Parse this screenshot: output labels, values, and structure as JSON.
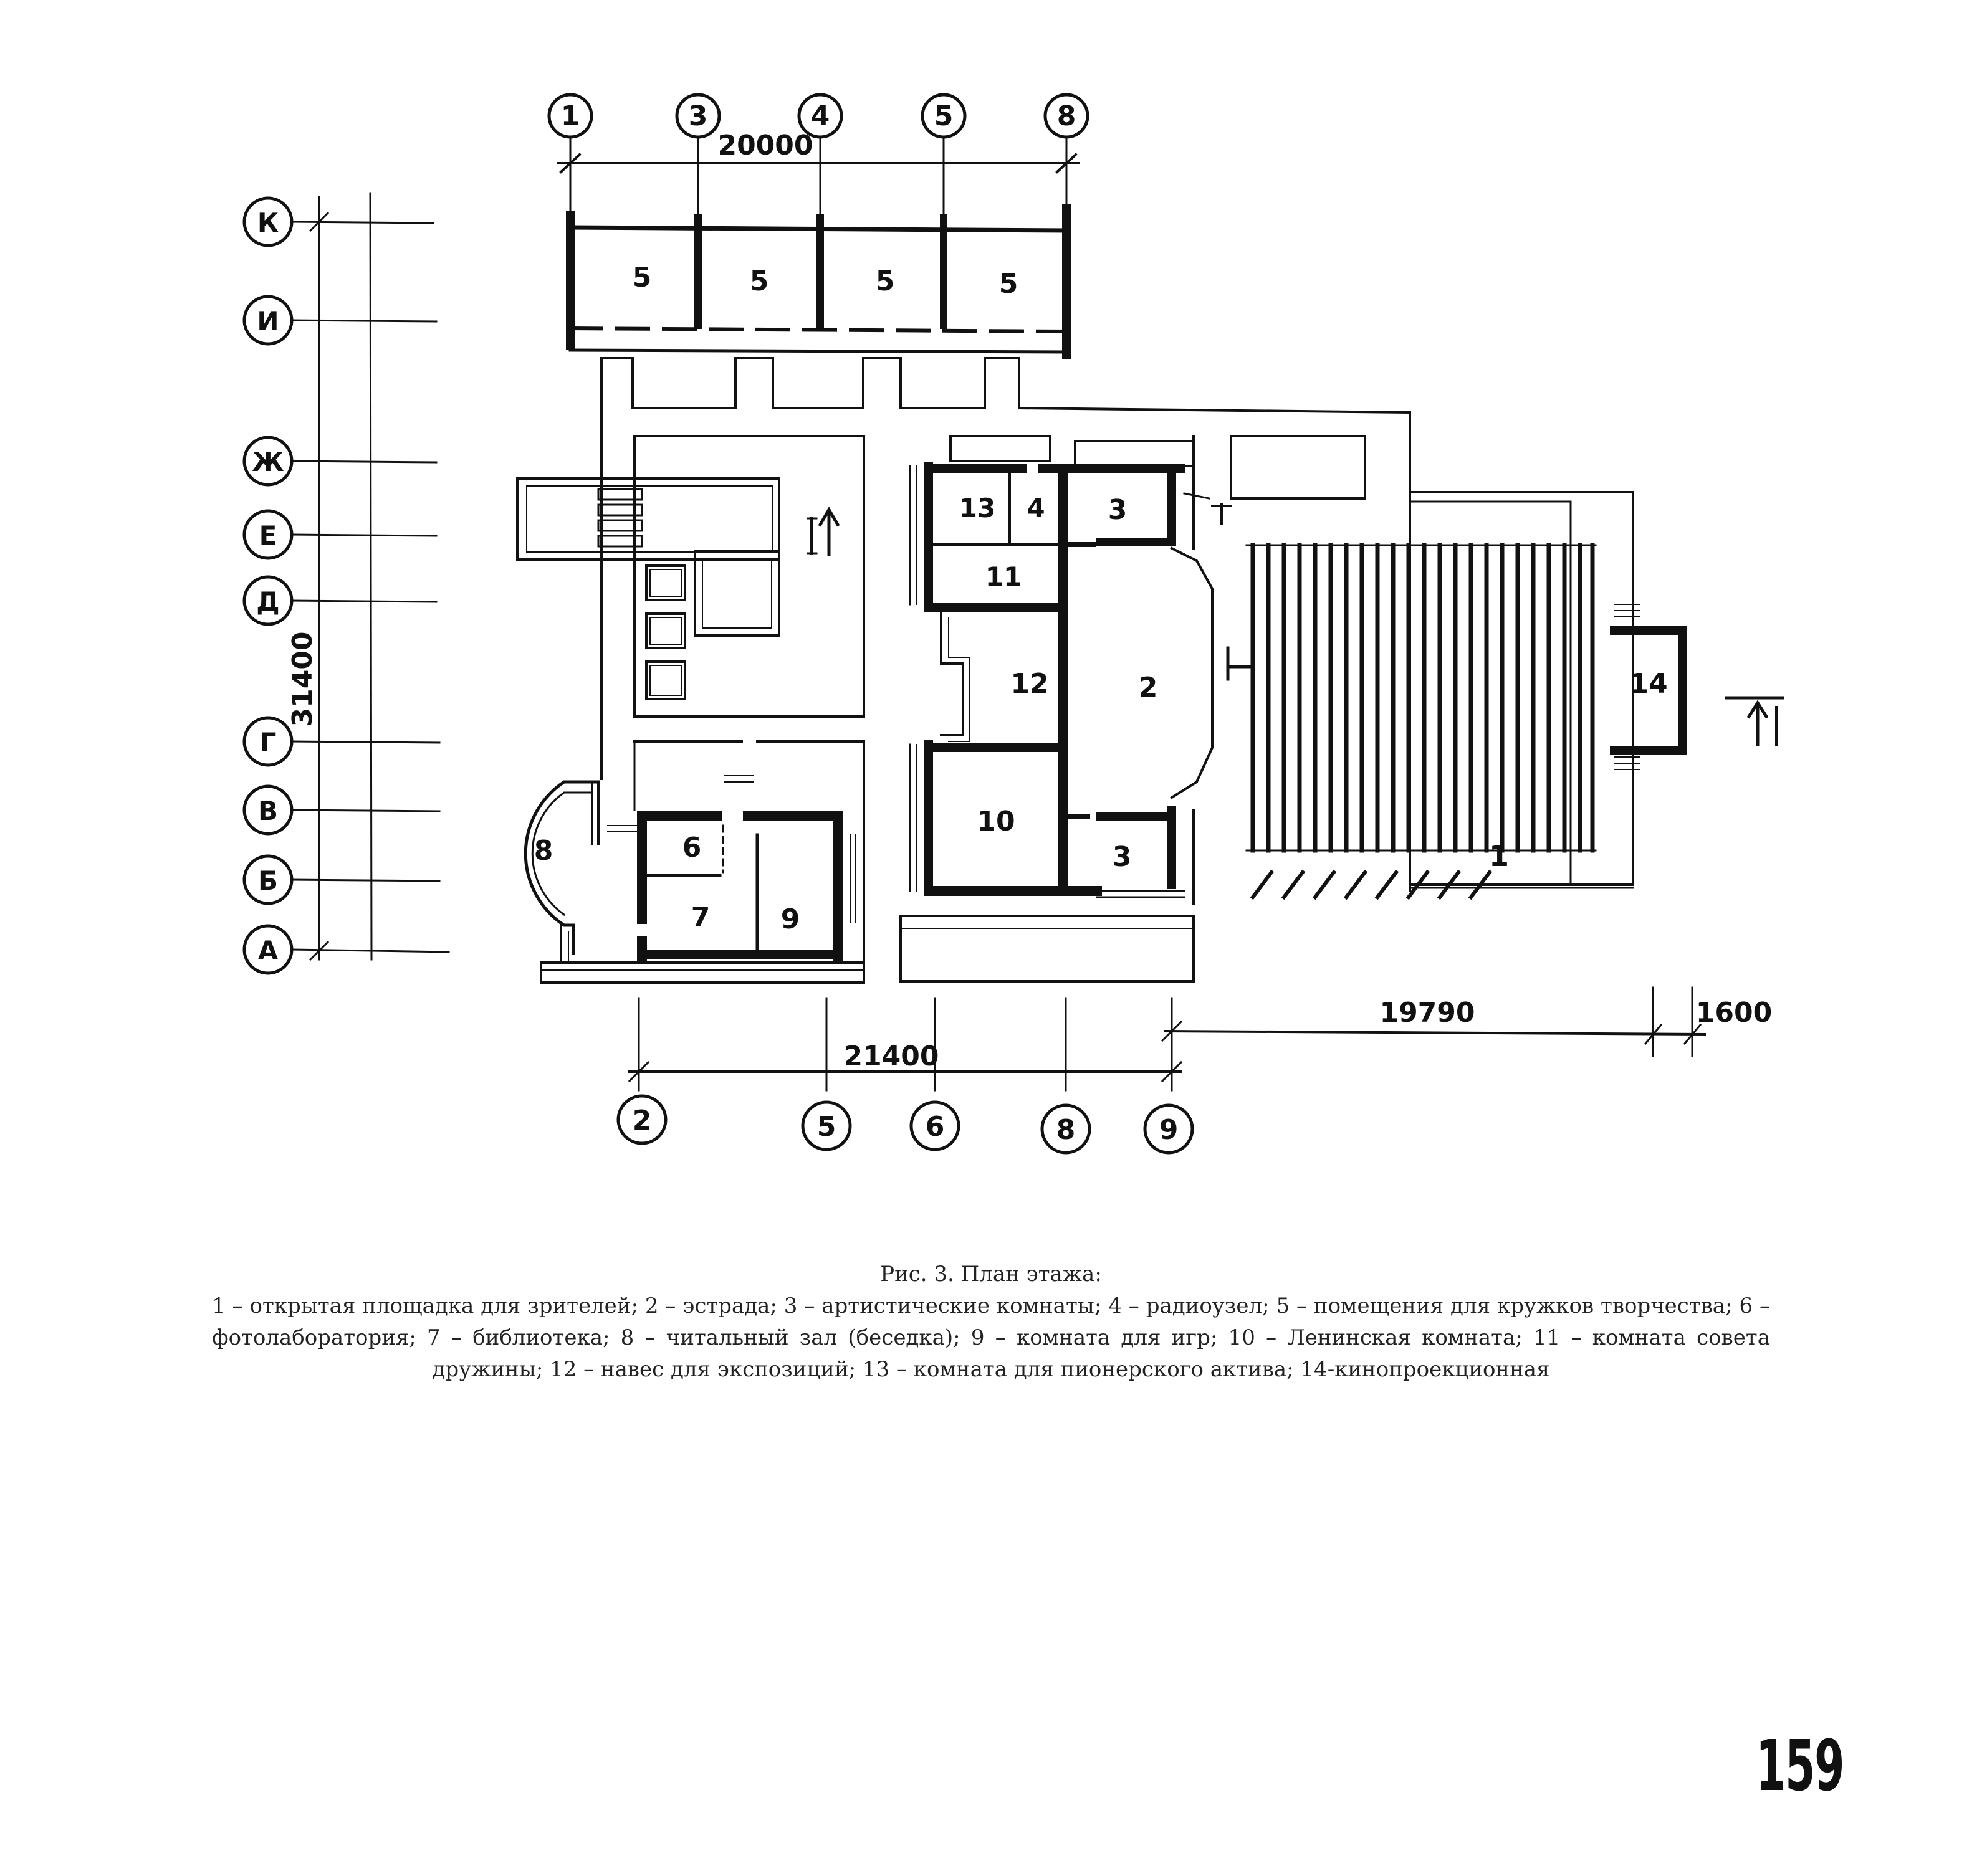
{
  "drawing": {
    "top_axes": [
      "1",
      "3",
      "4",
      "5",
      "8"
    ],
    "bottom_axes": [
      "2",
      "5",
      "6",
      "8",
      "9"
    ],
    "row_axes": [
      "К",
      "И",
      "Ж",
      "Е",
      "Д",
      "Г",
      "В",
      "Б",
      "А"
    ],
    "dimensions": {
      "top": "20000",
      "left": "31400",
      "bottom": "21400",
      "right_main": "19790",
      "right_small": "1600"
    },
    "room_numbers": {
      "r5": "5",
      "r13": "13",
      "r4": "4",
      "r3": "3",
      "r11": "11",
      "r12": "12",
      "r2": "2",
      "r10": "10",
      "r8": "8",
      "r6": "6",
      "r7": "7",
      "r9": "9",
      "r1": "1",
      "r14": "14"
    },
    "section_mark": "I"
  },
  "caption": {
    "figure_title": "Рис. 3. План этажа:",
    "legend": "1 – открытая площадка для зрителей; 2 – эстрада; 3 – артистические комнаты; 4 – радиоузел; 5 – помещения для кружков творчества; 6 – фотолаборатория; 7 – библиотека; 8 – читальный зал (беседка); 9 – комната для игр; 10 – Ленинская комната; 11 – комната совета дружины; 12 – навес для экспозиций; 13 – комната для пионерского актива; 14-кинопроекционная"
  },
  "page_number": "159"
}
